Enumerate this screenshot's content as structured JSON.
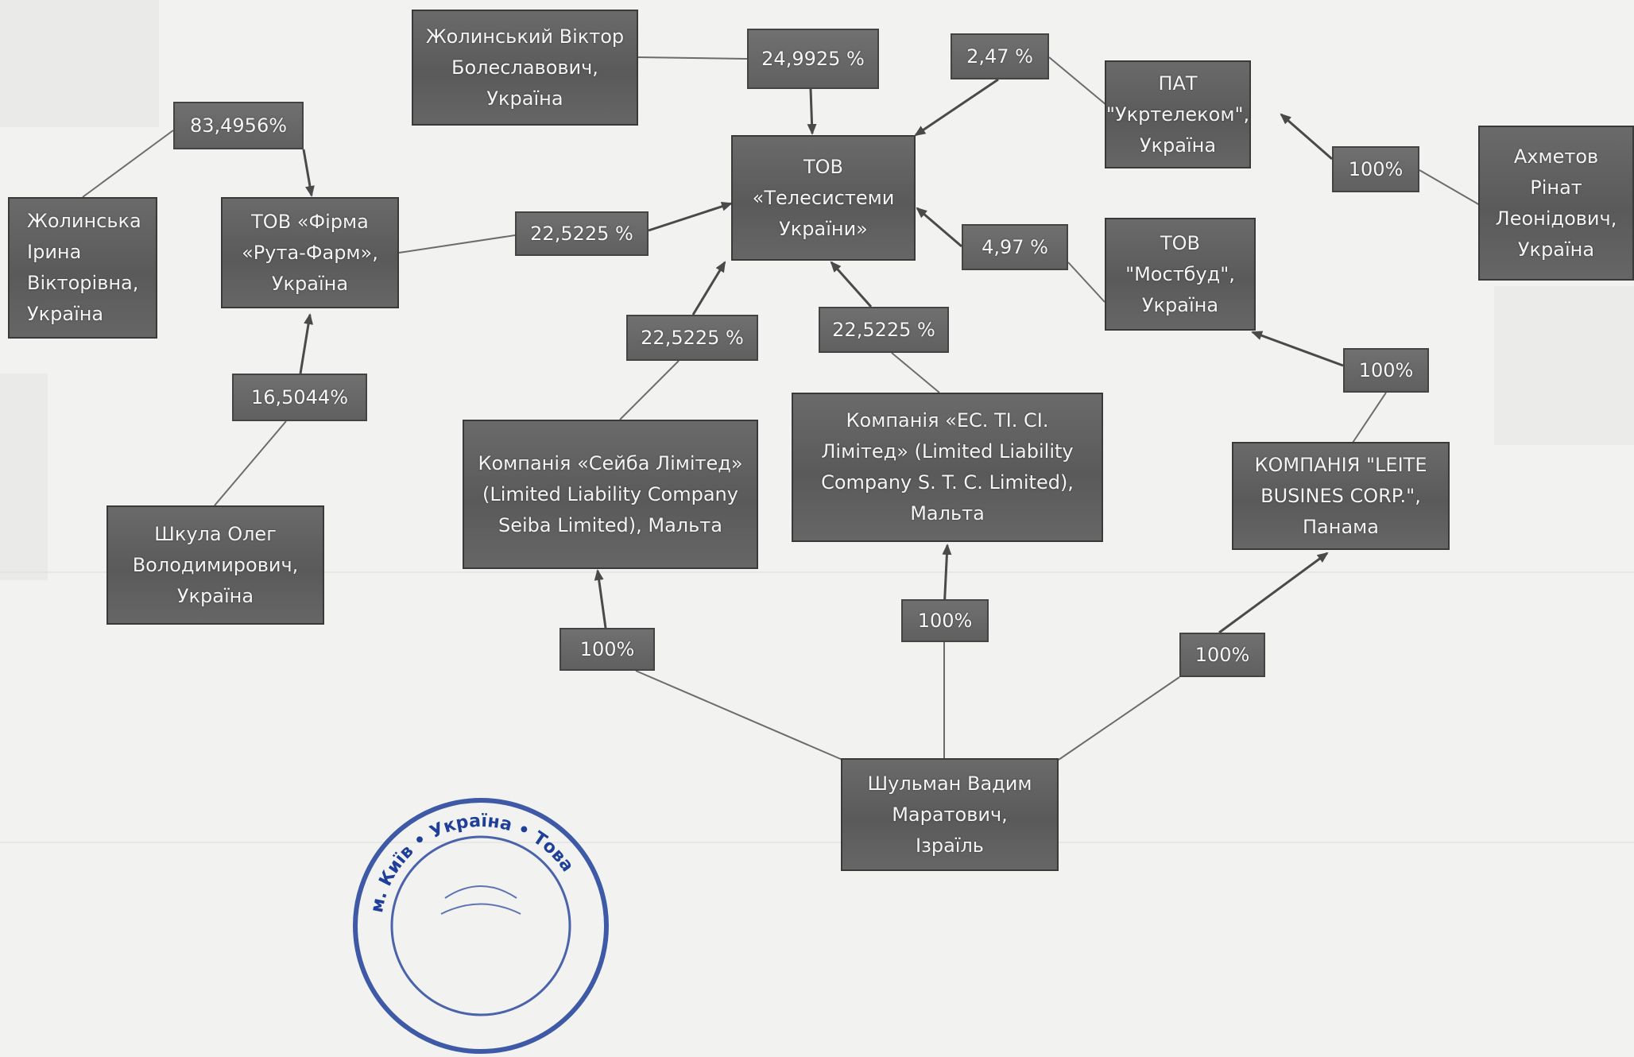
{
  "nodes": {
    "zholynskyi": "Жолинський Віктор\nБолеславович,\nУкраїна",
    "telesystemy": "ТОВ\n«Телесистеми\nУкраїни»",
    "ukrtelecom": "ПАТ\n\"Укртелеком\",\nУкраїна",
    "akhmetov": "Ахметов\nРінат\nЛеонідович,\nУкраїна",
    "zholynska": "Жолинська\nІрина\nВікторівна,\nУкраїна",
    "ruta_farm": "ТОВ «Фірма\n«Рута-Фарм»,\nУкраїна",
    "mostbud": "ТОВ\n\"Мостбуд\",\nУкраїна",
    "shkula": "Шкула Олег\nВолодимирович,\nУкраїна",
    "seiba": "Компанія «Сейба Лімітед»\n(Limited Liability Company\nSeiba Limited), Мальта",
    "stc": "Компанія «ЕС. ТІ. СІ.\nЛімітед» (Limited Liability\nCompany S. T. C. Limited),\nМальта",
    "leite": "КОМПАНІЯ \"LEITE\nBUSINES CORP.\",\nПанама",
    "shulman": "Шульман Вадим\nМаратович,\nІзраїль"
  },
  "percentages": {
    "zholynskyi_to_telesystemy": "24,9925 %",
    "ukrtelecom_to_telesystemy": "2,47 %",
    "zholynska_to_ruta": "83,4956%",
    "akhmetov_to_ukrtelecom": "100%",
    "ruta_to_telesystemy": "22,5225 %",
    "mostbud_to_telesystemy": "4,97 %",
    "seiba_to_telesystemy": "22,5225 %",
    "stc_to_telesystemy": "22,5225 %",
    "leite_to_mostbud": "100%",
    "shkula_to_ruta": "16,5044%",
    "shulman_to_seiba": "100%",
    "shulman_to_stc": "100%",
    "shulman_to_leite": "100%"
  },
  "stamp": {
    "text": "м. Київ • Україна • Това"
  },
  "colors": {
    "box_fill": "#5f5f5f",
    "box_text": "#f4f4f4",
    "connector": "#555555",
    "stamp": "#1f3f99"
  }
}
